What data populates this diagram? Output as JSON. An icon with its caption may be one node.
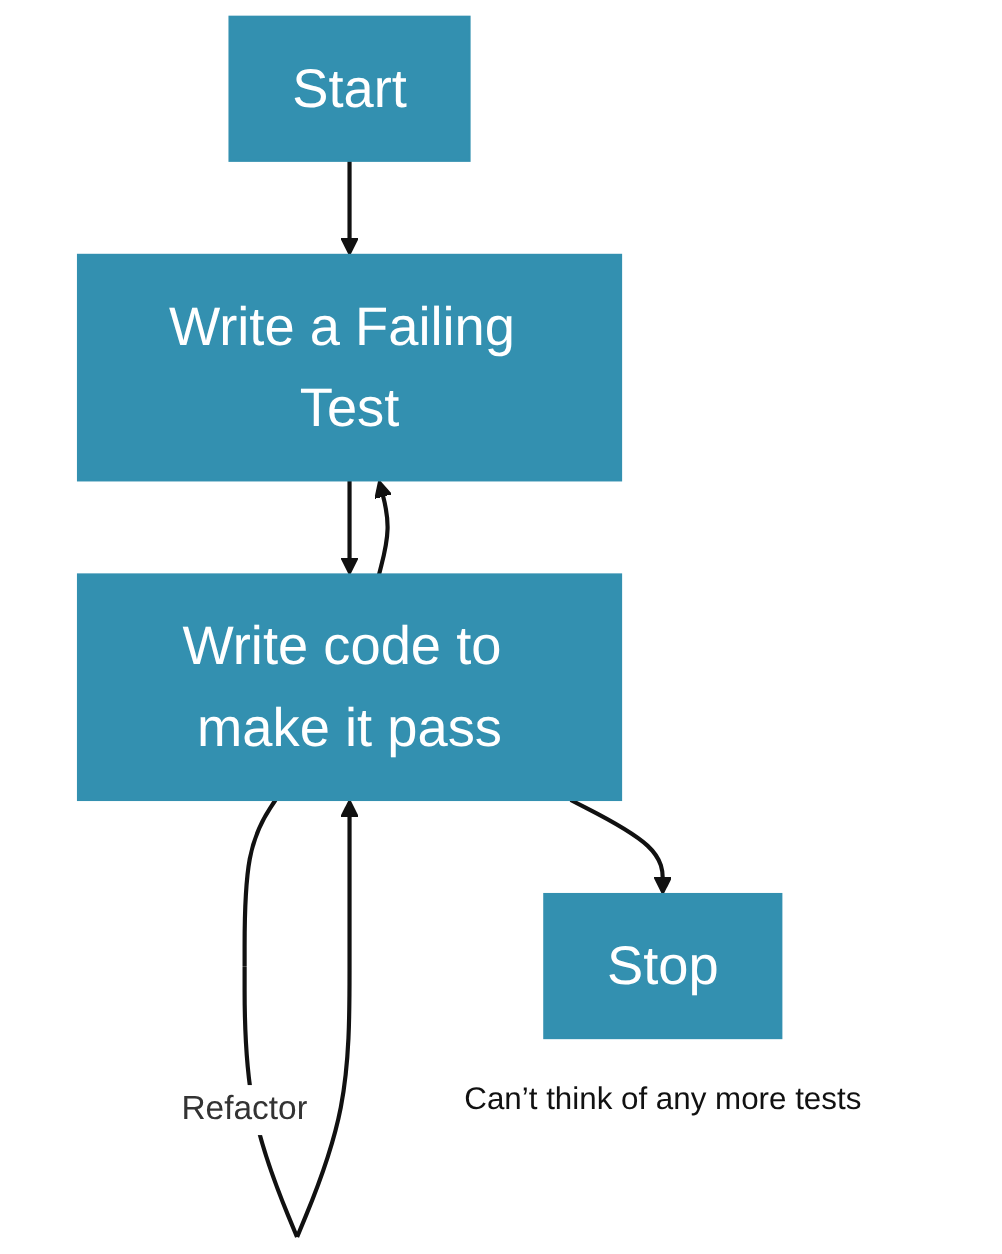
{
  "diagram": {
    "nodes": [
      {
        "text": [
          "Start"
        ]
      },
      {
        "text": [
          "Write a Failing Test"
        ]
      },
      {
        "text": [
          "Write code to make it pass"
        ]
      },
      {
        "text": [
          "Stop"
        ],
        "beside": [
          "Can’t think of any more tests"
        ]
      }
    ],
    "edges": [
      {
        "from": 0,
        "to": 1,
        "arrow": "to"
      },
      {
        "from": 1,
        "to": 2,
        "arrow": "to"
      },
      {
        "from": 2,
        "to": 1,
        "arrow": "to"
      },
      {
        "from": 2,
        "to": 2,
        "label": "Refactor",
        "arrow": "to"
      },
      {
        "from": 2,
        "to": 3,
        "arrow": "to"
      }
    ]
  }
}
